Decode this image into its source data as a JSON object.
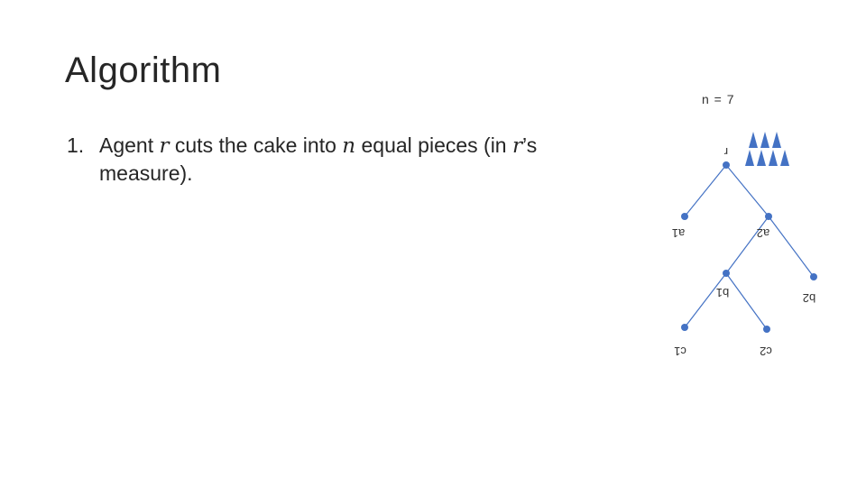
{
  "title": "Algorithm",
  "list": {
    "number": "1.",
    "segments": [
      {
        "text": "Agent ",
        "math": false
      },
      {
        "text": "r",
        "math": true
      },
      {
        "text": " cuts the cake into ",
        "math": false
      },
      {
        "text": "n",
        "math": true
      },
      {
        "text": " equal pieces (in ",
        "math": false
      },
      {
        "text": "r",
        "math": true
      },
      {
        "text": "’s measure).",
        "math": false
      }
    ]
  },
  "diagram": {
    "n_label": "n = 7",
    "node_color": "#4472C4",
    "edge_color": "#4472C4",
    "piece_color": "#4472C4",
    "piece_count": 7,
    "nodes": [
      {
        "id": "r",
        "label": "r"
      },
      {
        "id": "a1",
        "label": "a1"
      },
      {
        "id": "a2",
        "label": "a2"
      },
      {
        "id": "b1",
        "label": "b1"
      },
      {
        "id": "b2",
        "label": "b2"
      },
      {
        "id": "c1",
        "label": "c1"
      },
      {
        "id": "c2",
        "label": "c2"
      }
    ],
    "edges": [
      [
        "r",
        "a1"
      ],
      [
        "r",
        "a2"
      ],
      [
        "a2",
        "b1"
      ],
      [
        "a2",
        "b2"
      ],
      [
        "b1",
        "c1"
      ],
      [
        "b1",
        "c2"
      ]
    ]
  }
}
